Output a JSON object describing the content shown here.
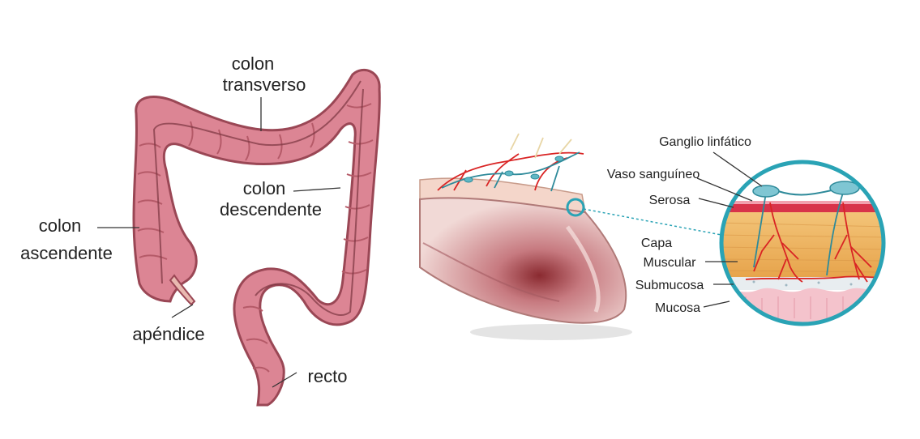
{
  "colon_labels": {
    "transverse_line1": "colon",
    "transverse_line2": "transverso",
    "descending_line1": "colon",
    "descending_line2": "descendente",
    "ascending_line1": "colon",
    "ascending_line2": "ascendente",
    "appendix": "apéndice",
    "rectum": "recto"
  },
  "wall_labels": {
    "lymph_node": "Ganglio linfático",
    "blood_vessel": "Vaso sanguíneo",
    "serosa": "Serosa",
    "muscular_line1": "Capa",
    "muscular_line2": "Muscular",
    "submucosa": "Submucosa",
    "mucosa": "Mucosa"
  },
  "colors": {
    "colon_fill": "#dc8594",
    "colon_edge": "#9a4755",
    "magnifier_ring": "#2aa3b5",
    "muscle_layer": "#efb35c",
    "serosa_layer": "#d8334a",
    "mucosa_layer": "#f4c3cc",
    "vessel": "#d92424",
    "lymph": "#2e8a9a"
  }
}
